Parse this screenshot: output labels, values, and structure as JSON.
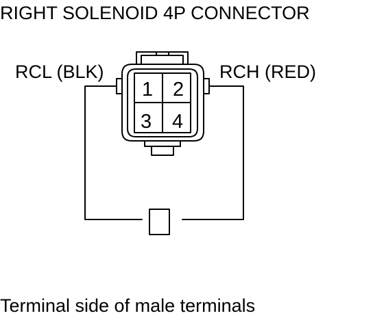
{
  "title": "RIGHT SOLENOID 4P CONNECTOR",
  "connector": {
    "left_label": "RCL (BLK)",
    "right_label": "RCH (RED)",
    "pins": [
      "1",
      "2",
      "3",
      "4"
    ]
  },
  "caption": "Terminal side of male terminals"
}
